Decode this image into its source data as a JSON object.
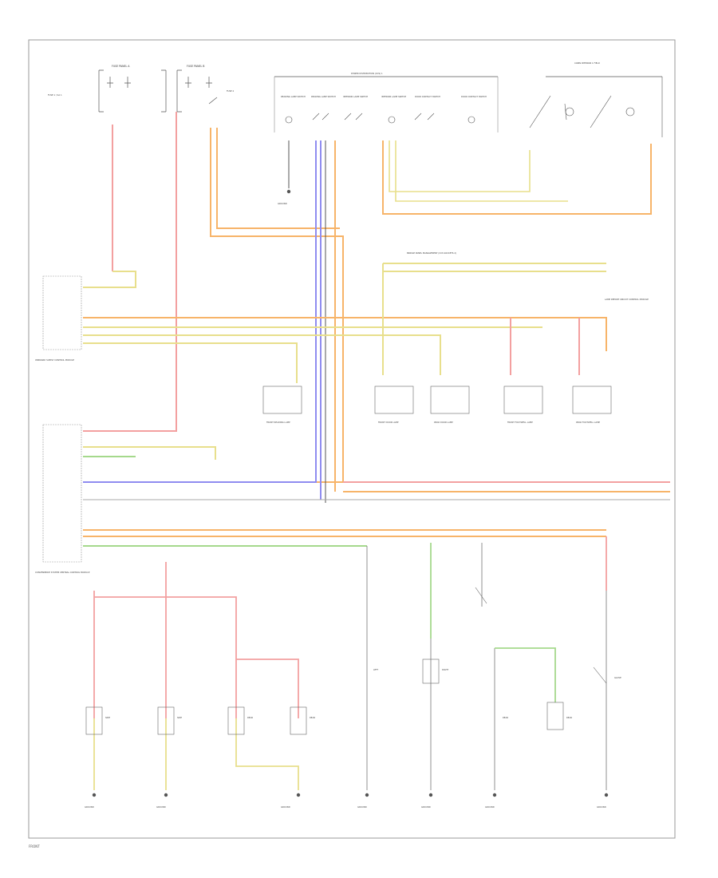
{
  "colors": {
    "red": "#f3a0a0",
    "orange": "#f7b469",
    "yellow": "#e8df8c",
    "blue": "#8f8cf0",
    "green": "#a5d98c",
    "gray": "#a8a8a8",
    "black": "#333333"
  },
  "text": {
    "top_center_bar": "POWER DISTRIBUTION (CCS) 1",
    "top_right_bar": "CABIN INTERIOR 1 FIELD",
    "mid_right_bar": "BRIDGE PANEL MANAGEMENT (CCS SOCKETS 2)",
    "left_module": "ONBOARD SUPPLY CONTROL MODULE",
    "bottom_left_module": "CONVENIENCE SYSTEM CENTRAL CONTROL MODULE",
    "mid_right_label": "LAMP REPORT CIRCUIT CONTROL MODULE",
    "ground_label": "GROUND POINT",
    "corner": "FRONT"
  },
  "labels": {
    "fuses": [
      "FUSE PANEL A",
      "FUSE PANEL B"
    ],
    "top_switches": [
      "READING LAMP SWITCH",
      "READING LAMP SWITCH",
      "INTERIOR LAMP SWITCH",
      "INTERIOR LAMP SWITCH",
      "DOOR CONTACT SWITCH",
      "DOOR CONTACT SWITCH"
    ],
    "mid_lamps": [
      "FRONT READING LAMP",
      "FRONT DOOR LAMP",
      "REAR DOOR LAMP",
      "FRONT FOOTWELL LAMP",
      "REAR FOOTWELL LAMP"
    ],
    "bottom": [
      "SIDE",
      "SIDE",
      "REAR",
      "REAR",
      "LEFT",
      "RIGHT",
      "REAR",
      "REAR",
      "GLOVE"
    ],
    "grounds": [
      "GROUND",
      "GROUND",
      "GROUND",
      "GROUND",
      "GROUND",
      "GROUND",
      "GROUND",
      "GROUND"
    ]
  }
}
